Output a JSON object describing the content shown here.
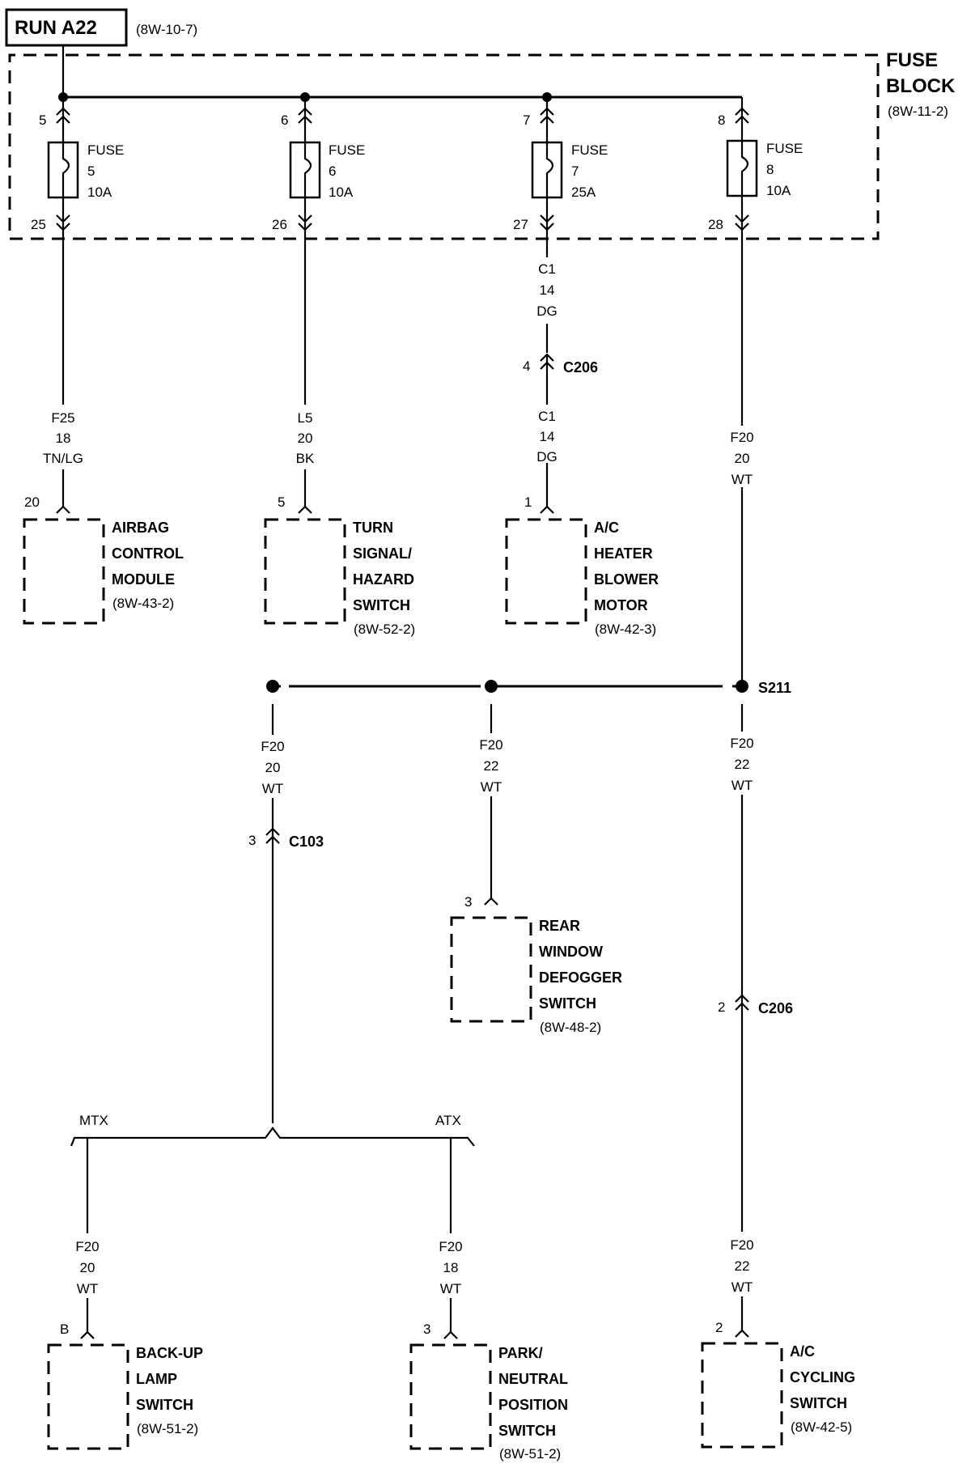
{
  "header": {
    "source_label": "RUN A22",
    "source_ref": "(8W-10-7)"
  },
  "fuse_block": {
    "title_line1": "FUSE",
    "title_line2": "BLOCK",
    "ref": "(8W-11-2)",
    "fuses": [
      {
        "in_pin": "5",
        "out_pin": "25",
        "label": "FUSE",
        "number": "5",
        "rating": "10A"
      },
      {
        "in_pin": "6",
        "out_pin": "26",
        "label": "FUSE",
        "number": "6",
        "rating": "10A"
      },
      {
        "in_pin": "7",
        "out_pin": "27",
        "label": "FUSE",
        "number": "7",
        "rating": "25A"
      },
      {
        "in_pin": "8",
        "out_pin": "28",
        "label": "FUSE",
        "number": "8",
        "rating": "10A"
      }
    ]
  },
  "wires": {
    "f25": {
      "circuit": "F25",
      "gauge": "18",
      "color": "TN/LG"
    },
    "l5": {
      "circuit": "L5",
      "gauge": "20",
      "color": "BK"
    },
    "c1_upper": {
      "circuit": "C1",
      "gauge": "14",
      "color": "DG"
    },
    "c1_lower": {
      "circuit": "C1",
      "gauge": "14",
      "color": "DG"
    },
    "f20_fuse8": {
      "circuit": "F20",
      "gauge": "20",
      "color": "WT"
    },
    "f20_left": {
      "circuit": "F20",
      "gauge": "20",
      "color": "WT"
    },
    "f20_mid": {
      "circuit": "F20",
      "gauge": "22",
      "color": "WT"
    },
    "f20_right": {
      "circuit": "F20",
      "gauge": "22",
      "color": "WT"
    },
    "f20_backup": {
      "circuit": "F20",
      "gauge": "20",
      "color": "WT"
    },
    "f20_park": {
      "circuit": "F20",
      "gauge": "18",
      "color": "WT"
    },
    "f20_cycling": {
      "circuit": "F20",
      "gauge": "22",
      "color": "WT"
    }
  },
  "connectors": {
    "c206_top": {
      "pin": "4",
      "name": "C206"
    },
    "c103": {
      "pin": "3",
      "name": "C103"
    },
    "c206_right": {
      "pin": "2",
      "name": "C206"
    }
  },
  "splice": {
    "name": "S211"
  },
  "branch": {
    "left": "MTX",
    "right": "ATX"
  },
  "components": [
    {
      "pin": "20",
      "lines": [
        "AIRBAG",
        "CONTROL",
        "MODULE"
      ],
      "ref": "(8W-43-2)"
    },
    {
      "pin": "5",
      "lines": [
        "TURN",
        "SIGNAL/",
        "HAZARD",
        "SWITCH"
      ],
      "ref": "(8W-52-2)"
    },
    {
      "pin": "1",
      "lines": [
        "A/C",
        "HEATER",
        "BLOWER",
        "MOTOR"
      ],
      "ref": "(8W-42-3)"
    },
    {
      "pin": "3",
      "lines": [
        "REAR",
        "WINDOW",
        "DEFOGGER",
        "SWITCH"
      ],
      "ref": "(8W-48-2)"
    },
    {
      "pin": "B",
      "lines": [
        "BACK-UP",
        "LAMP",
        "SWITCH"
      ],
      "ref": "(8W-51-2)"
    },
    {
      "pin": "3",
      "lines": [
        "PARK/",
        "NEUTRAL",
        "POSITION",
        "SWITCH"
      ],
      "ref": "(8W-51-2)"
    },
    {
      "pin": "2",
      "lines": [
        "A/C",
        "CYCLING",
        "SWITCH"
      ],
      "ref": "(8W-42-5)"
    }
  ]
}
